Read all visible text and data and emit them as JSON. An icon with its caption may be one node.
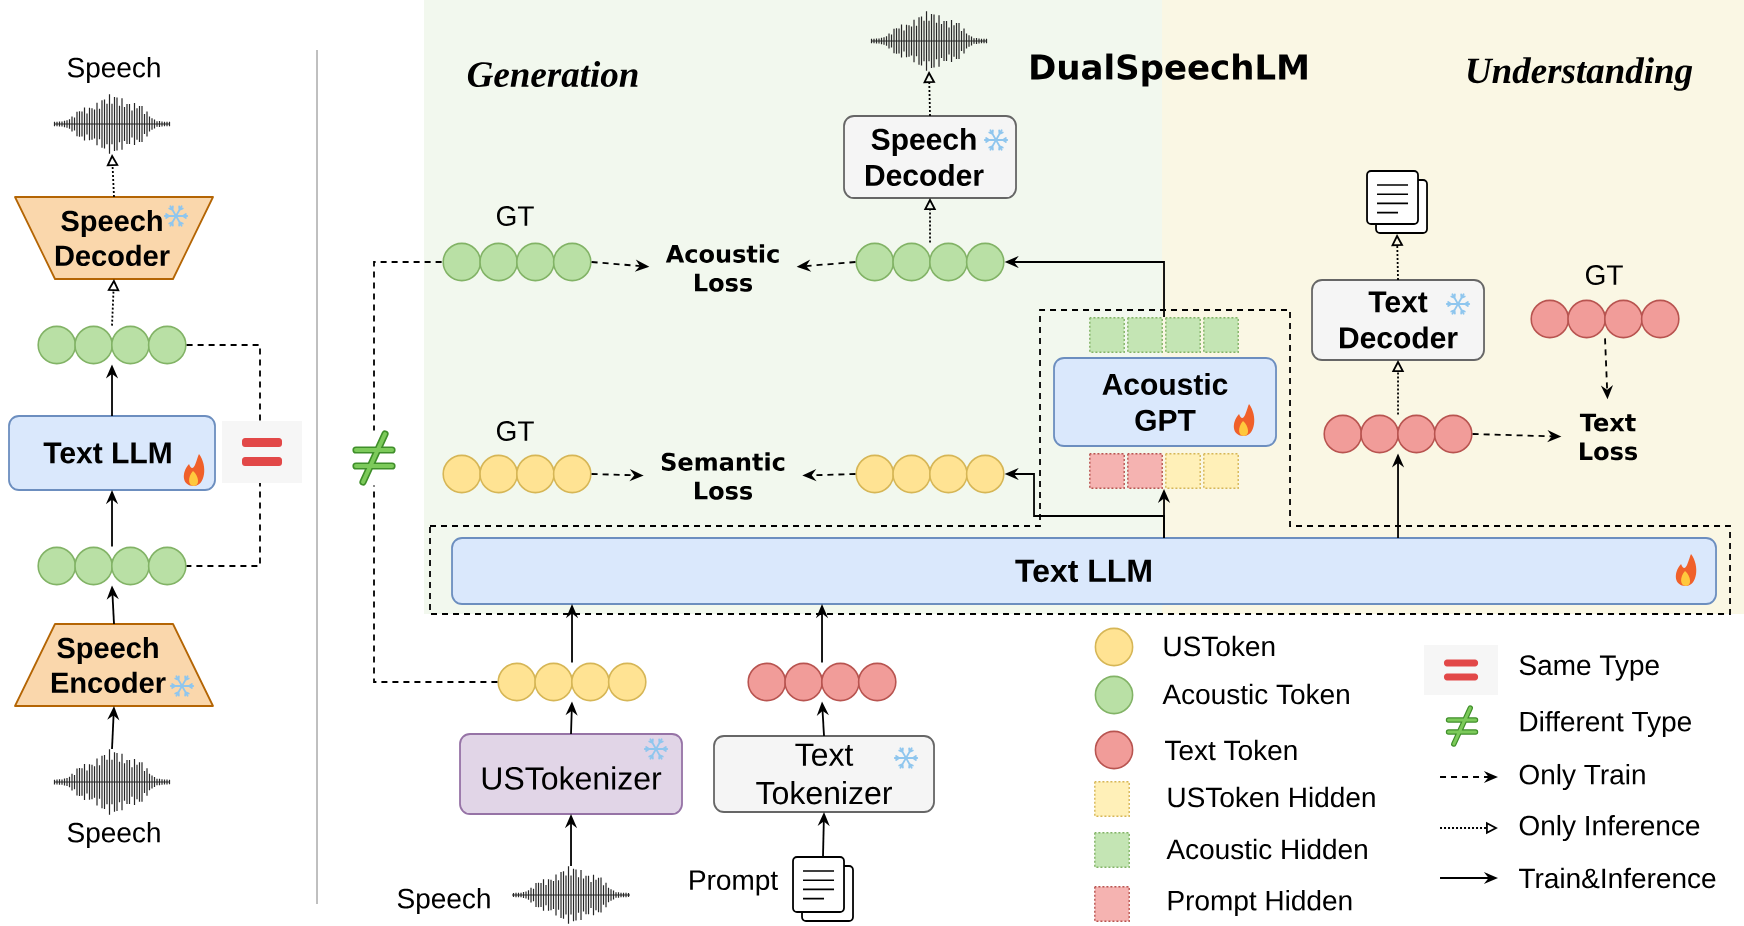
{
  "diagram": {
    "title": "DualSpeechLM",
    "nodes": [
      {
        "text": [
          "Speech"
        ]
      },
      {
        "text": [
          "Speech Decoder"
        ]
      },
      {
        "text": [],
        "shape": "circle"
      },
      {
        "text": [
          "Text LLM"
        ]
      },
      {
        "text": [],
        "shape": "circle"
      },
      {
        "text": [
          "Speech Encoder"
        ]
      },
      {
        "text": [
          "Speech"
        ]
      },
      {
        "text": [
          "Generation"
        ]
      },
      {
        "text": [
          "Understanding"
        ]
      },
      {
        "text": [],
        "shape": "picture",
        "in": 7
      },
      {
        "text": [
          "Speech Decoder"
        ],
        "in": 7
      },
      {
        "text": [],
        "shape": "circle",
        "in": 7,
        "beside": [
          "GT"
        ]
      },
      {
        "text": [
          "Acoustic Loss"
        ],
        "in": 7
      },
      {
        "text": [],
        "shape": "circle",
        "in": 7
      },
      {
        "text": [],
        "shape": "picture",
        "in": 8
      },
      {
        "text": [
          "Text Decoder"
        ],
        "in": 8
      },
      {
        "text": [],
        "shape": "circle",
        "in": 8,
        "beside": [
          "GT"
        ]
      },
      {
        "text": [],
        "shape": "box"
      },
      {
        "text": [],
        "shape": "box",
        "in": 17
      },
      {
        "text": [
          "Acoustic GPT"
        ],
        "in": 17
      },
      {
        "text": [],
        "shape": "box",
        "in": 17
      },
      {
        "text": [],
        "shape": "circle",
        "in": 8
      },
      {
        "text": [
          "Text Loss"
        ],
        "in": 8
      },
      {
        "text": [],
        "shape": "circle",
        "in": 7,
        "beside": [
          "GT"
        ]
      },
      {
        "text": [
          "Semantic Loss"
        ],
        "in": 7
      },
      {
        "text": [],
        "shape": "circle",
        "in": 7
      },
      {
        "text": [
          "Text LLM"
        ],
        "in": 17
      },
      {
        "text": [],
        "shape": "circle"
      },
      {
        "text": [],
        "shape": "circle"
      },
      {
        "text": [
          "USTokenizer"
        ]
      },
      {
        "text": [
          "Text Tokenizer"
        ]
      },
      {
        "text": [
          "Speech"
        ]
      },
      {
        "text": [],
        "shape": "picture",
        "beside": [
          "Prompt"
        ]
      }
    ],
    "edges": [
      {
        "from": 6,
        "to": 5,
        "arrow": "to"
      },
      {
        "from": 5,
        "to": 4,
        "arrow": "to"
      },
      {
        "from": 4,
        "to": 3,
        "arrow": "to"
      },
      {
        "from": 3,
        "to": 2,
        "arrow": "to"
      },
      {
        "from": 2,
        "to": 1,
        "arrow": "to",
        "style": "dashed"
      },
      {
        "from": 1,
        "to": 0,
        "arrow": "to",
        "style": "dashed"
      },
      {
        "from": 2,
        "to": 4,
        "arrow": "none",
        "style": "dashed"
      },
      {
        "from": 31,
        "to": 29,
        "arrow": "to"
      },
      {
        "from": 29,
        "to": 27,
        "arrow": "to"
      },
      {
        "from": 27,
        "to": 26,
        "arrow": "to"
      },
      {
        "from": 32,
        "to": 30,
        "arrow": "to"
      },
      {
        "from": 30,
        "to": 28,
        "arrow": "to"
      },
      {
        "from": 28,
        "to": 26,
        "arrow": "to"
      },
      {
        "from": 26,
        "to": 20,
        "arrow": "to"
      },
      {
        "from": 26,
        "to": 25,
        "arrow": "to"
      },
      {
        "from": 18,
        "to": 13,
        "arrow": "to"
      },
      {
        "from": 13,
        "to": 12,
        "arrow": "to",
        "style": "dashed"
      },
      {
        "from": 11,
        "to": 12,
        "arrow": "to",
        "style": "dashed"
      },
      {
        "from": 25,
        "to": 24,
        "arrow": "to",
        "style": "dashed"
      },
      {
        "from": 23,
        "to": 24,
        "arrow": "to",
        "style": "dashed"
      },
      {
        "from": 13,
        "to": 10,
        "arrow": "to",
        "style": "dashed"
      },
      {
        "from": 10,
        "to": 9,
        "arrow": "to",
        "style": "dashed"
      },
      {
        "from": 26,
        "to": 21,
        "arrow": "to"
      },
      {
        "from": 21,
        "to": 15,
        "arrow": "to",
        "style": "dashed"
      },
      {
        "from": 15,
        "to": 14,
        "arrow": "to",
        "style": "dashed"
      },
      {
        "from": 21,
        "to": 22,
        "arrow": "to",
        "style": "dashed"
      },
      {
        "from": 16,
        "to": 22,
        "arrow": "to",
        "style": "dashed"
      },
      {
        "from": 27,
        "to": 11,
        "arrow": "none",
        "style": "dashed"
      }
    ],
    "legend": [
      {
        "text": "USToken",
        "color": "#ffe393"
      },
      {
        "text": "Acoustic Token",
        "color": "#b9e0a5"
      },
      {
        "text": "Text Token",
        "color": "#f19c99"
      },
      {
        "text": "USToken Hidden",
        "color": "#fff0b8"
      },
      {
        "text": "Acoustic Hidden",
        "color": "#c4e5b4"
      },
      {
        "text": "Prompt Hidden",
        "color": "#f5b3b1"
      },
      {
        "text": "Same Type"
      },
      {
        "text": "Different Type"
      },
      {
        "text": "Only Train"
      },
      {
        "text": "Only Inference"
      },
      {
        "text": "Train&Inference"
      }
    ]
  }
}
